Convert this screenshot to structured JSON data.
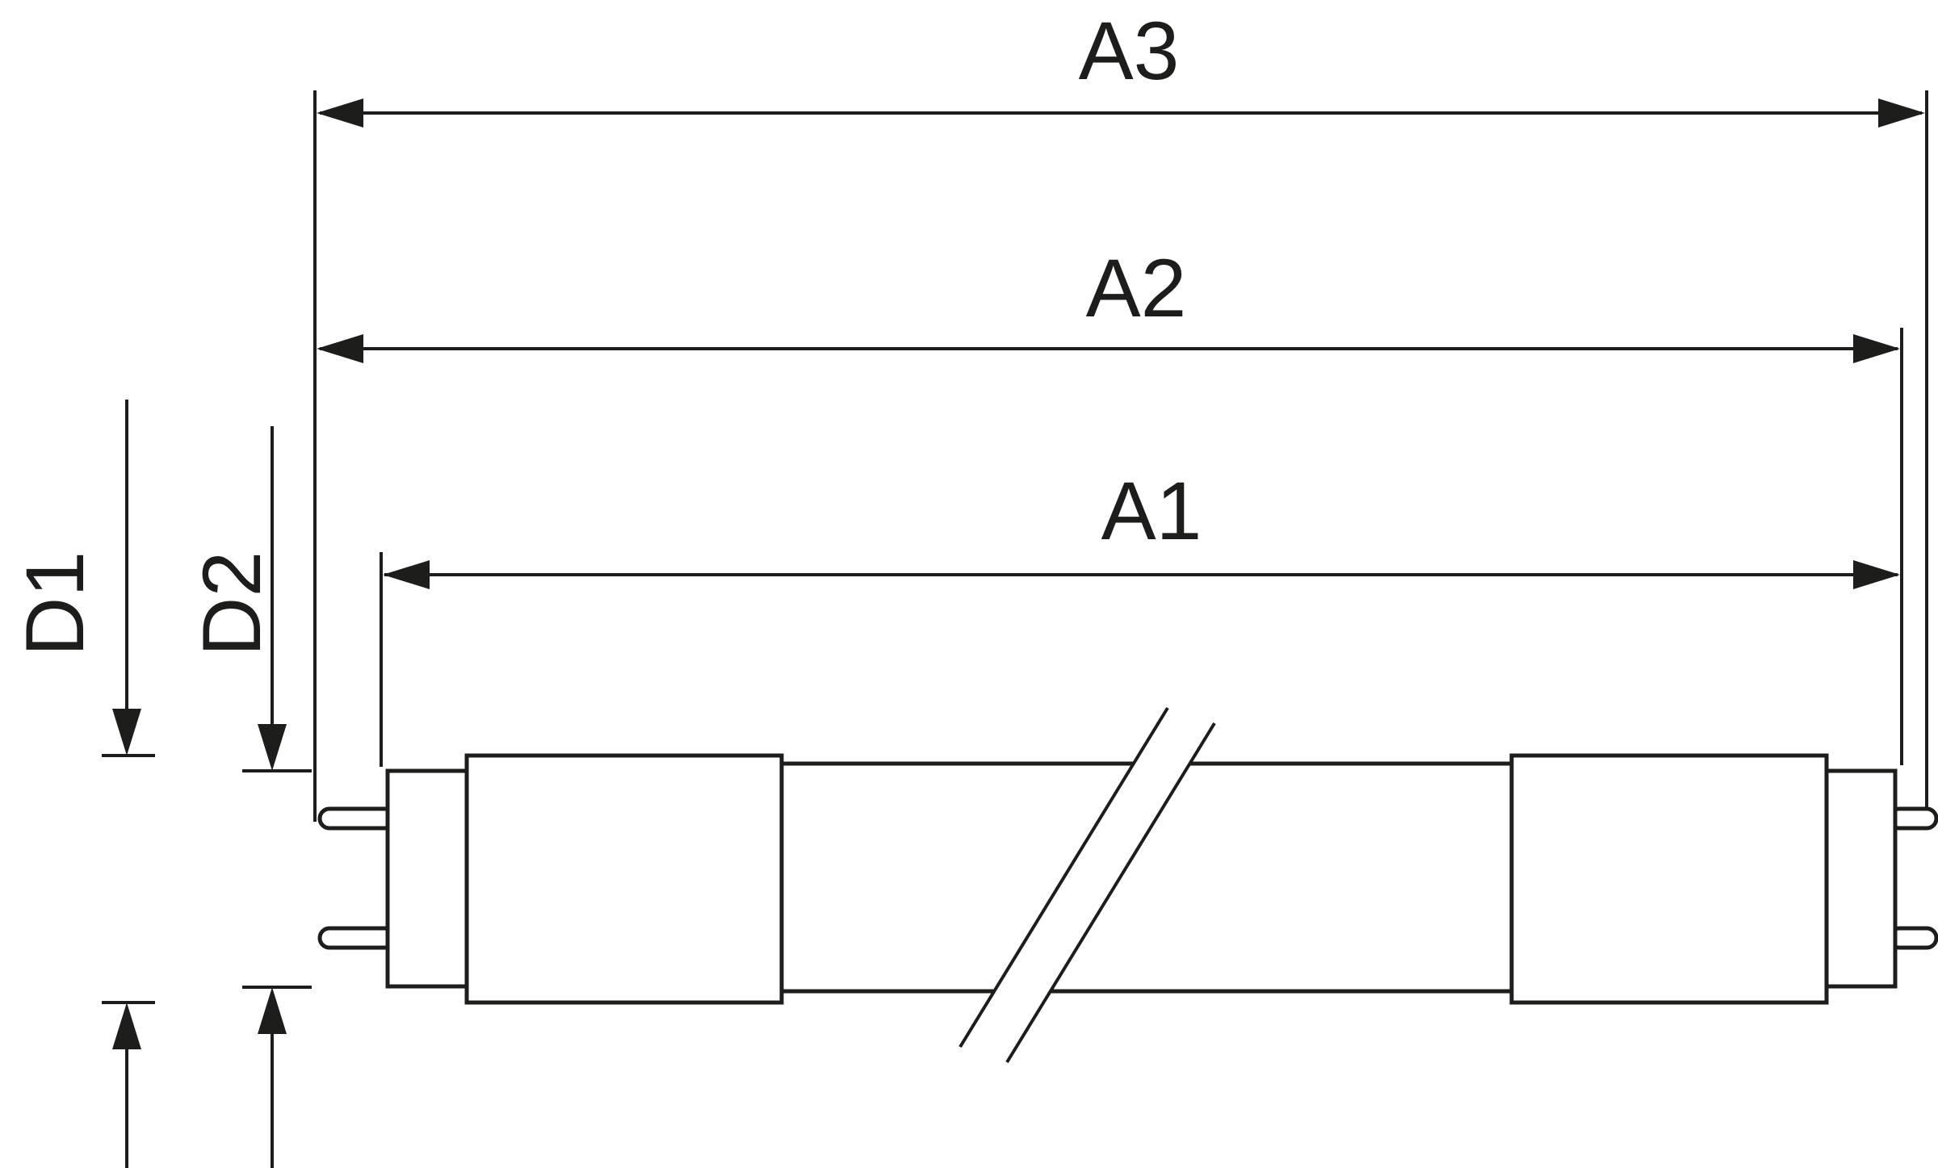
{
  "drawing": {
    "background_color": "#ffffff",
    "line_color": "#1d1d1b",
    "labels": {
      "a1": "A1",
      "a2": "A2",
      "a3": "A3",
      "d1": "D1",
      "d2": "D2"
    }
  }
}
